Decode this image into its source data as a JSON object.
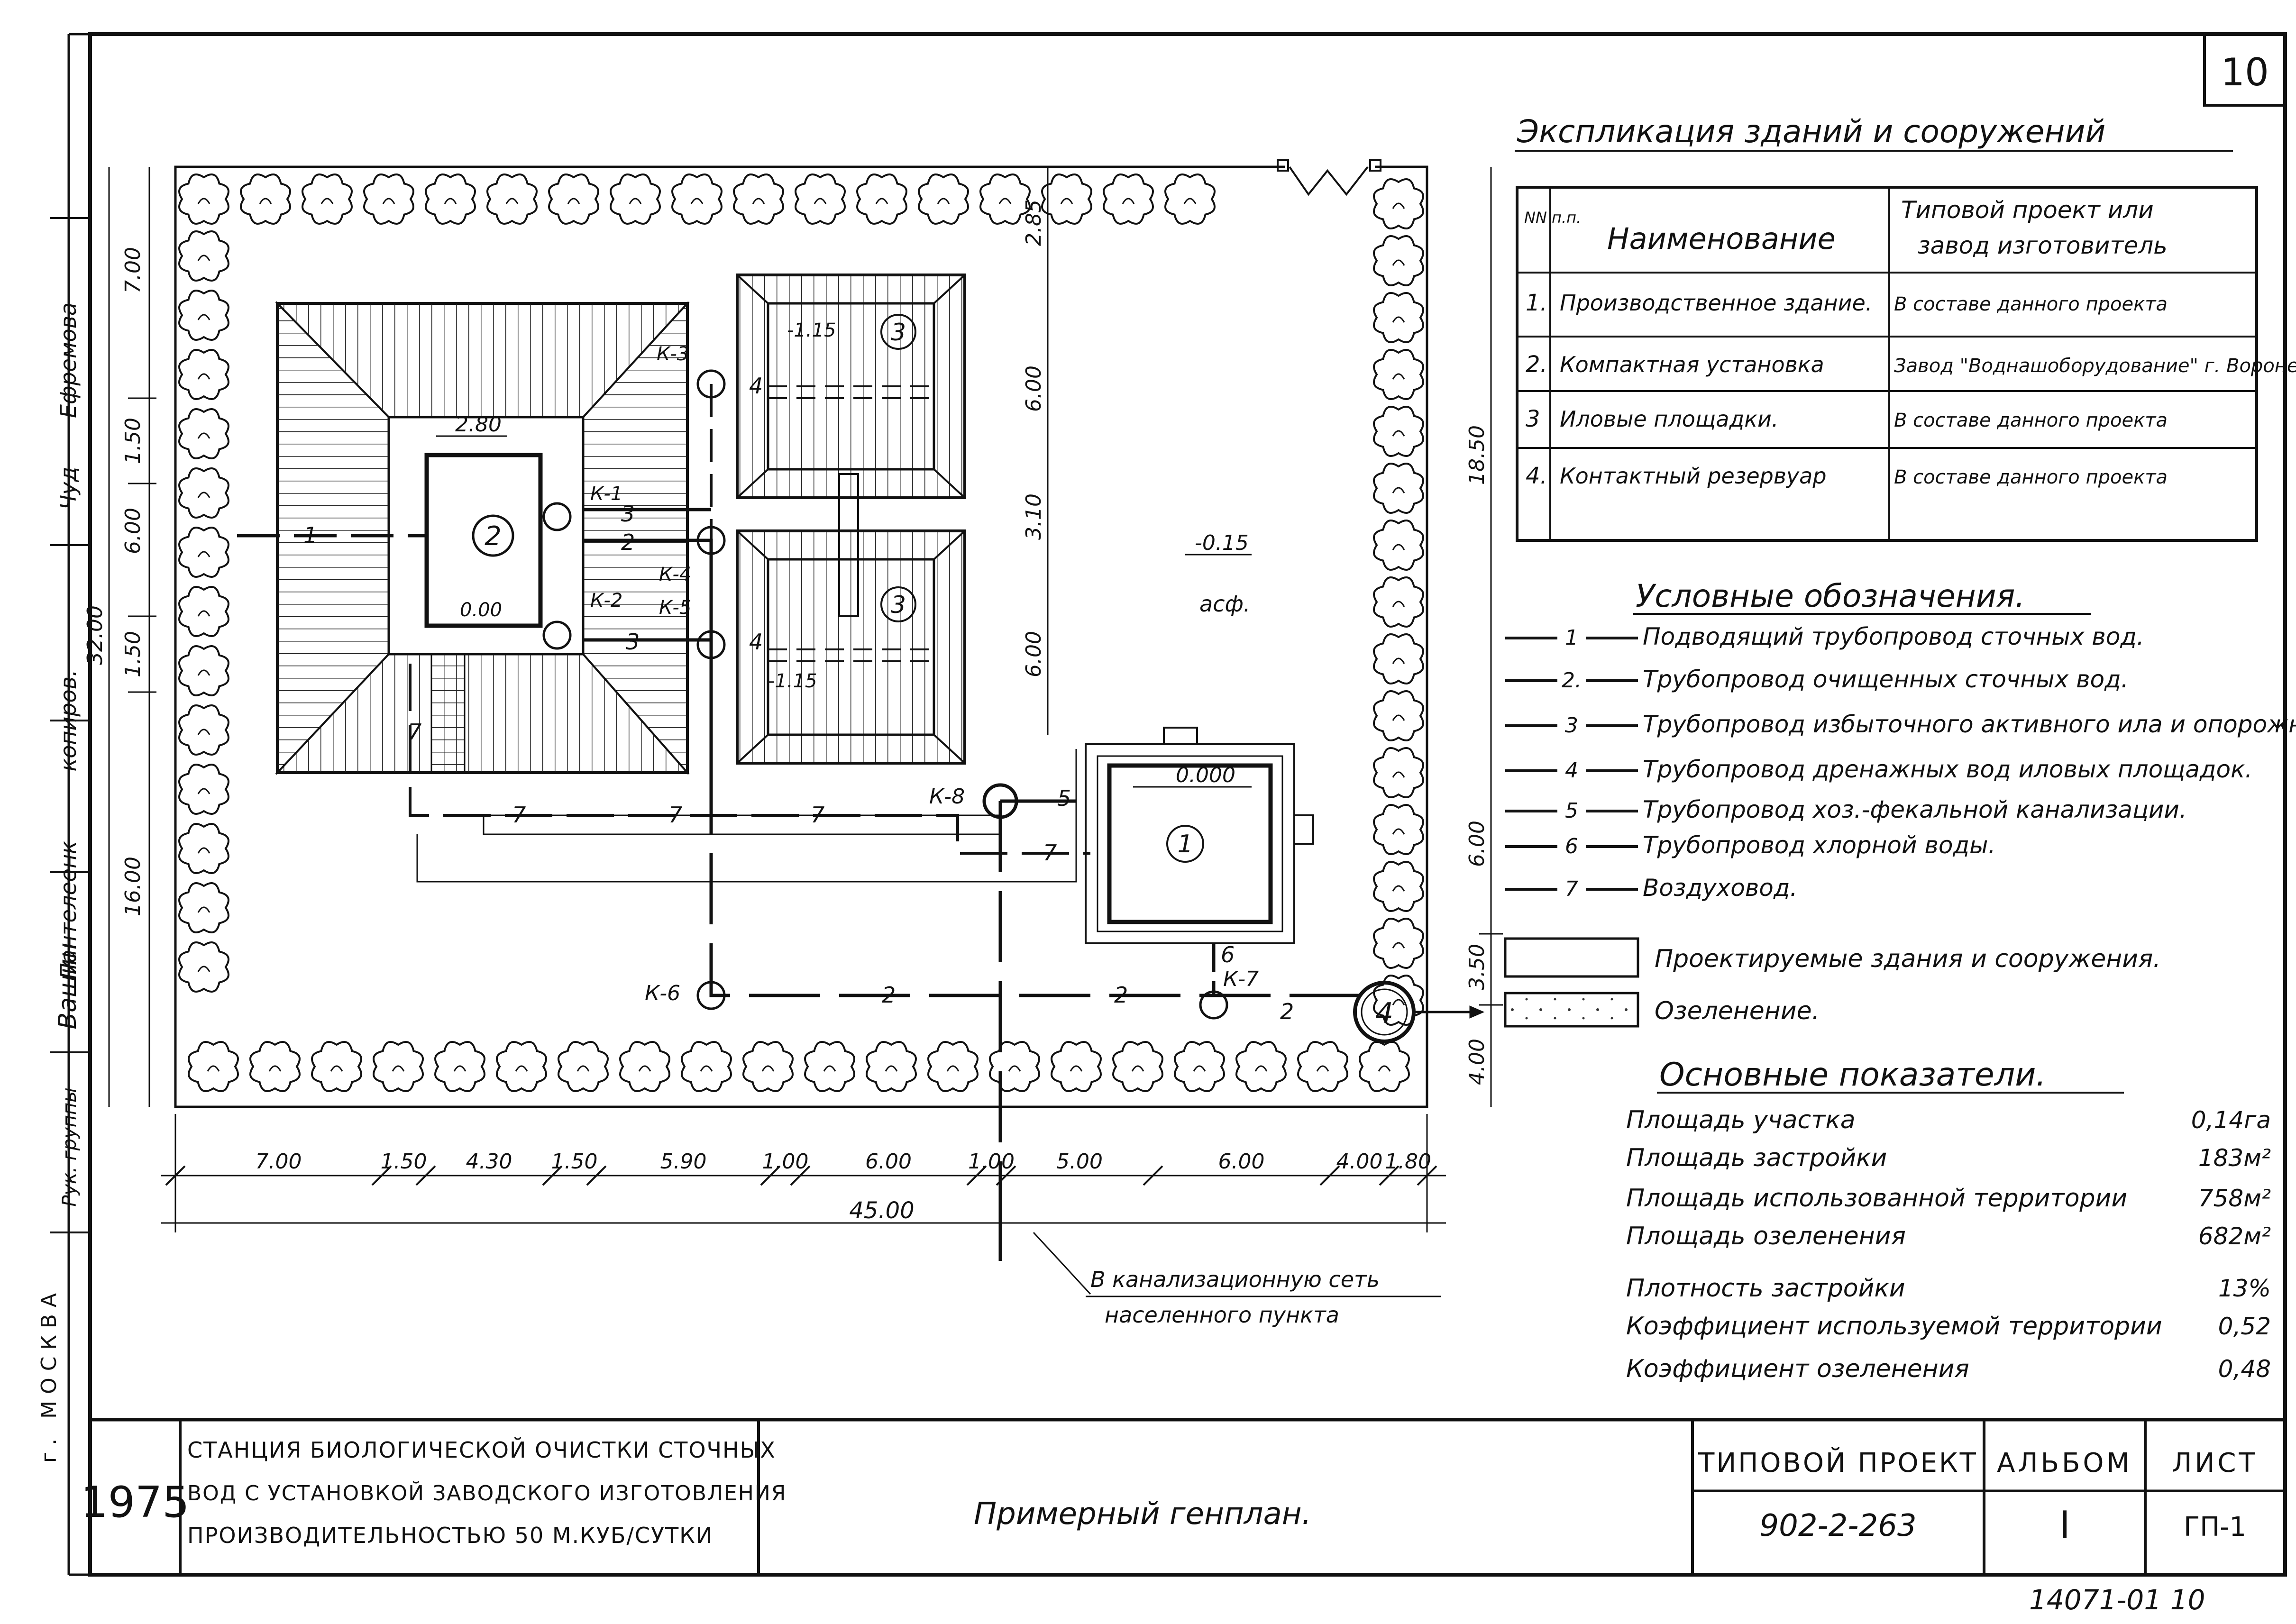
{
  "sheet": {
    "corner_number": "10",
    "city_stamp": "г. МОСКВА",
    "footer_code": "14071-01   10"
  },
  "left_strip": {
    "names": [
      "Ефремова",
      "Чуд",
      "копиров.",
      "Пантелеенк",
      "Вашин"
    ],
    "role": "Рук. группы"
  },
  "plan": {
    "objects": {
      "n1": "1",
      "n2": "2",
      "n3a": "3",
      "n3b": "3",
      "n4": "4"
    },
    "wells": {
      "k1": "К-1",
      "k2": "К-2",
      "k3": "К-3",
      "k4": "К-4",
      "k5": "К-5",
      "k6": "К-6",
      "k7": "К-7",
      "k8": "К-8"
    },
    "levels": {
      "bldg": "0.000",
      "unit_top": "2.80",
      "unit": "0.00",
      "beds_top": "-1.15",
      "beds_bot": "-1.15",
      "yard": "-0.15",
      "asphalt": "асф."
    },
    "line_numbers": {
      "one": "1",
      "two": "2",
      "three": "3",
      "four": "4",
      "five": "5",
      "six": "6",
      "seven": "7"
    },
    "dims_bottom": [
      "7.00",
      "1.50",
      "4.30",
      "1.50",
      "5.90",
      "1.00",
      "6.00",
      "1.00",
      "5.00",
      "6.00",
      "4.00",
      "1.80"
    ],
    "dim_total": "45.00",
    "dims_left": [
      "7.00",
      "1.50",
      "6.00",
      "1.50",
      "16.00"
    ],
    "dim_left_total": "32.00",
    "dims_mid": [
      "2.85",
      "6.00",
      "3.10",
      "6.00"
    ],
    "dims_right": [
      "18.50",
      "6.00",
      "3.50",
      "4.00"
    ],
    "sewer_note_1": "В канализационную сеть",
    "sewer_note_2": "населенного пункта"
  },
  "explication": {
    "title": "Экспликация зданий и сооружений",
    "col_no": "NN п.п.",
    "col_name": "Наименование",
    "col_proj_1": "Типовой проект или",
    "col_proj_2": "завод изготовитель",
    "rows": [
      {
        "n": "1.",
        "name": "Производственное здание.",
        "proj": "В составе данного проекта"
      },
      {
        "n": "2.",
        "name": "Компактная установка",
        "proj": "Завод \"Воднашоборудование\" г. Воронеж."
      },
      {
        "n": "3",
        "name": "Иловые площадки.",
        "proj": "В составе данного проекта"
      },
      {
        "n": "4.",
        "name": "Контактный резервуар",
        "proj": "В составе данного проекта"
      }
    ]
  },
  "legend": {
    "title": "Условные обозначения.",
    "items": [
      {
        "code": "1",
        "text": "Подводящий трубопровод сточных вод."
      },
      {
        "code": "2.",
        "text": "Трубопровод очищенных сточных вод."
      },
      {
        "code": "3",
        "text": "Трубопровод избыточного активного ила и опорожнения установки."
      },
      {
        "code": "4",
        "text": "Трубопровод дренажных вод иловых площадок."
      },
      {
        "code": "5",
        "text": "Трубопровод хоз.-фекальной канализации."
      },
      {
        "code": "6",
        "text": "Трубопровод хлорной воды."
      },
      {
        "code": "7",
        "text": "Воздуховод."
      }
    ],
    "designed": "Проектируемые здания и сооружения.",
    "green": "Озеленение."
  },
  "indicators": {
    "title": "Основные показатели.",
    "rows": [
      {
        "label": "Площадь участка",
        "value": "0,14га"
      },
      {
        "label": "Площадь застройки",
        "value": "183м²"
      },
      {
        "label": "Площадь использованной территории",
        "value": "758м²"
      },
      {
        "label": "Площадь озеленения",
        "value": "682м²"
      },
      {
        "label": "Плотность застройки",
        "value": "13%"
      },
      {
        "label": "Коэффициент используемой территории",
        "value": "0,52"
      },
      {
        "label": "Коэффициент озеленения",
        "value": "0,48"
      }
    ]
  },
  "title_block": {
    "year": "1975",
    "station_1": "СТАНЦИЯ БИОЛОГИЧЕСКОЙ ОЧИСТКИ СТОЧНЫХ",
    "station_2": "ВОД С УСТАНОВКОЙ ЗАВОДСКОГО ИЗГОТОВЛЕНИЯ",
    "station_3": "ПРОИЗВОДИТЕЛЬНОСТЬЮ 50 М.КУБ/СУТКИ",
    "drawing": "Примерный генплан.",
    "proj_label": "ТИПОВОЙ ПРОЕКТ",
    "proj_value": "902-2-263",
    "album_label": "АЛЬБОМ",
    "album_value": "I",
    "sheet_label": "ЛИСТ",
    "sheet_value": "ГП-1"
  }
}
